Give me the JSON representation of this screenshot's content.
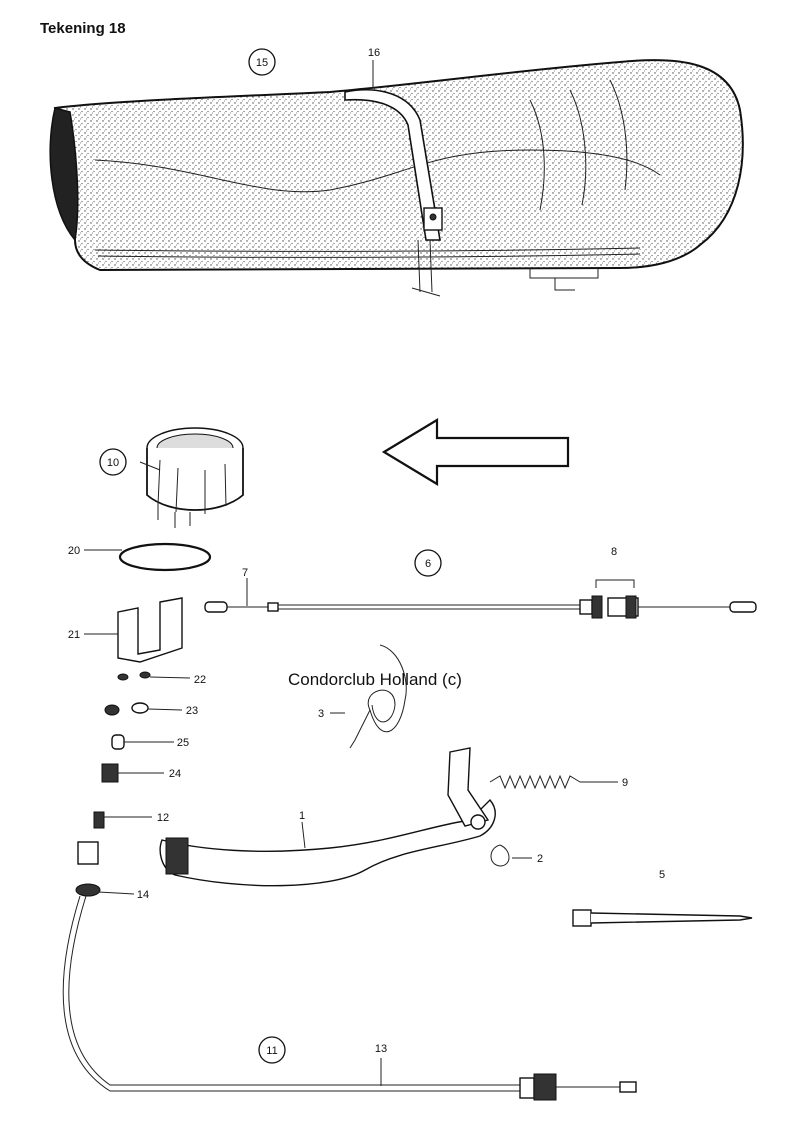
{
  "title": "Tekening 18",
  "watermark": "Condorclub Holland (c)",
  "callouts": {
    "p15": "15",
    "p16": "16",
    "p10": "10",
    "p20": "20",
    "p6": "6",
    "p8": "8",
    "p7": "7",
    "p21": "21",
    "p22": "22",
    "p23": "23",
    "p25": "25",
    "p24": "24",
    "p3": "3",
    "p9": "9",
    "p12": "12",
    "p1": "1",
    "p2": "2",
    "p14": "14",
    "p5": "5",
    "p11": "11",
    "p13": "13"
  }
}
